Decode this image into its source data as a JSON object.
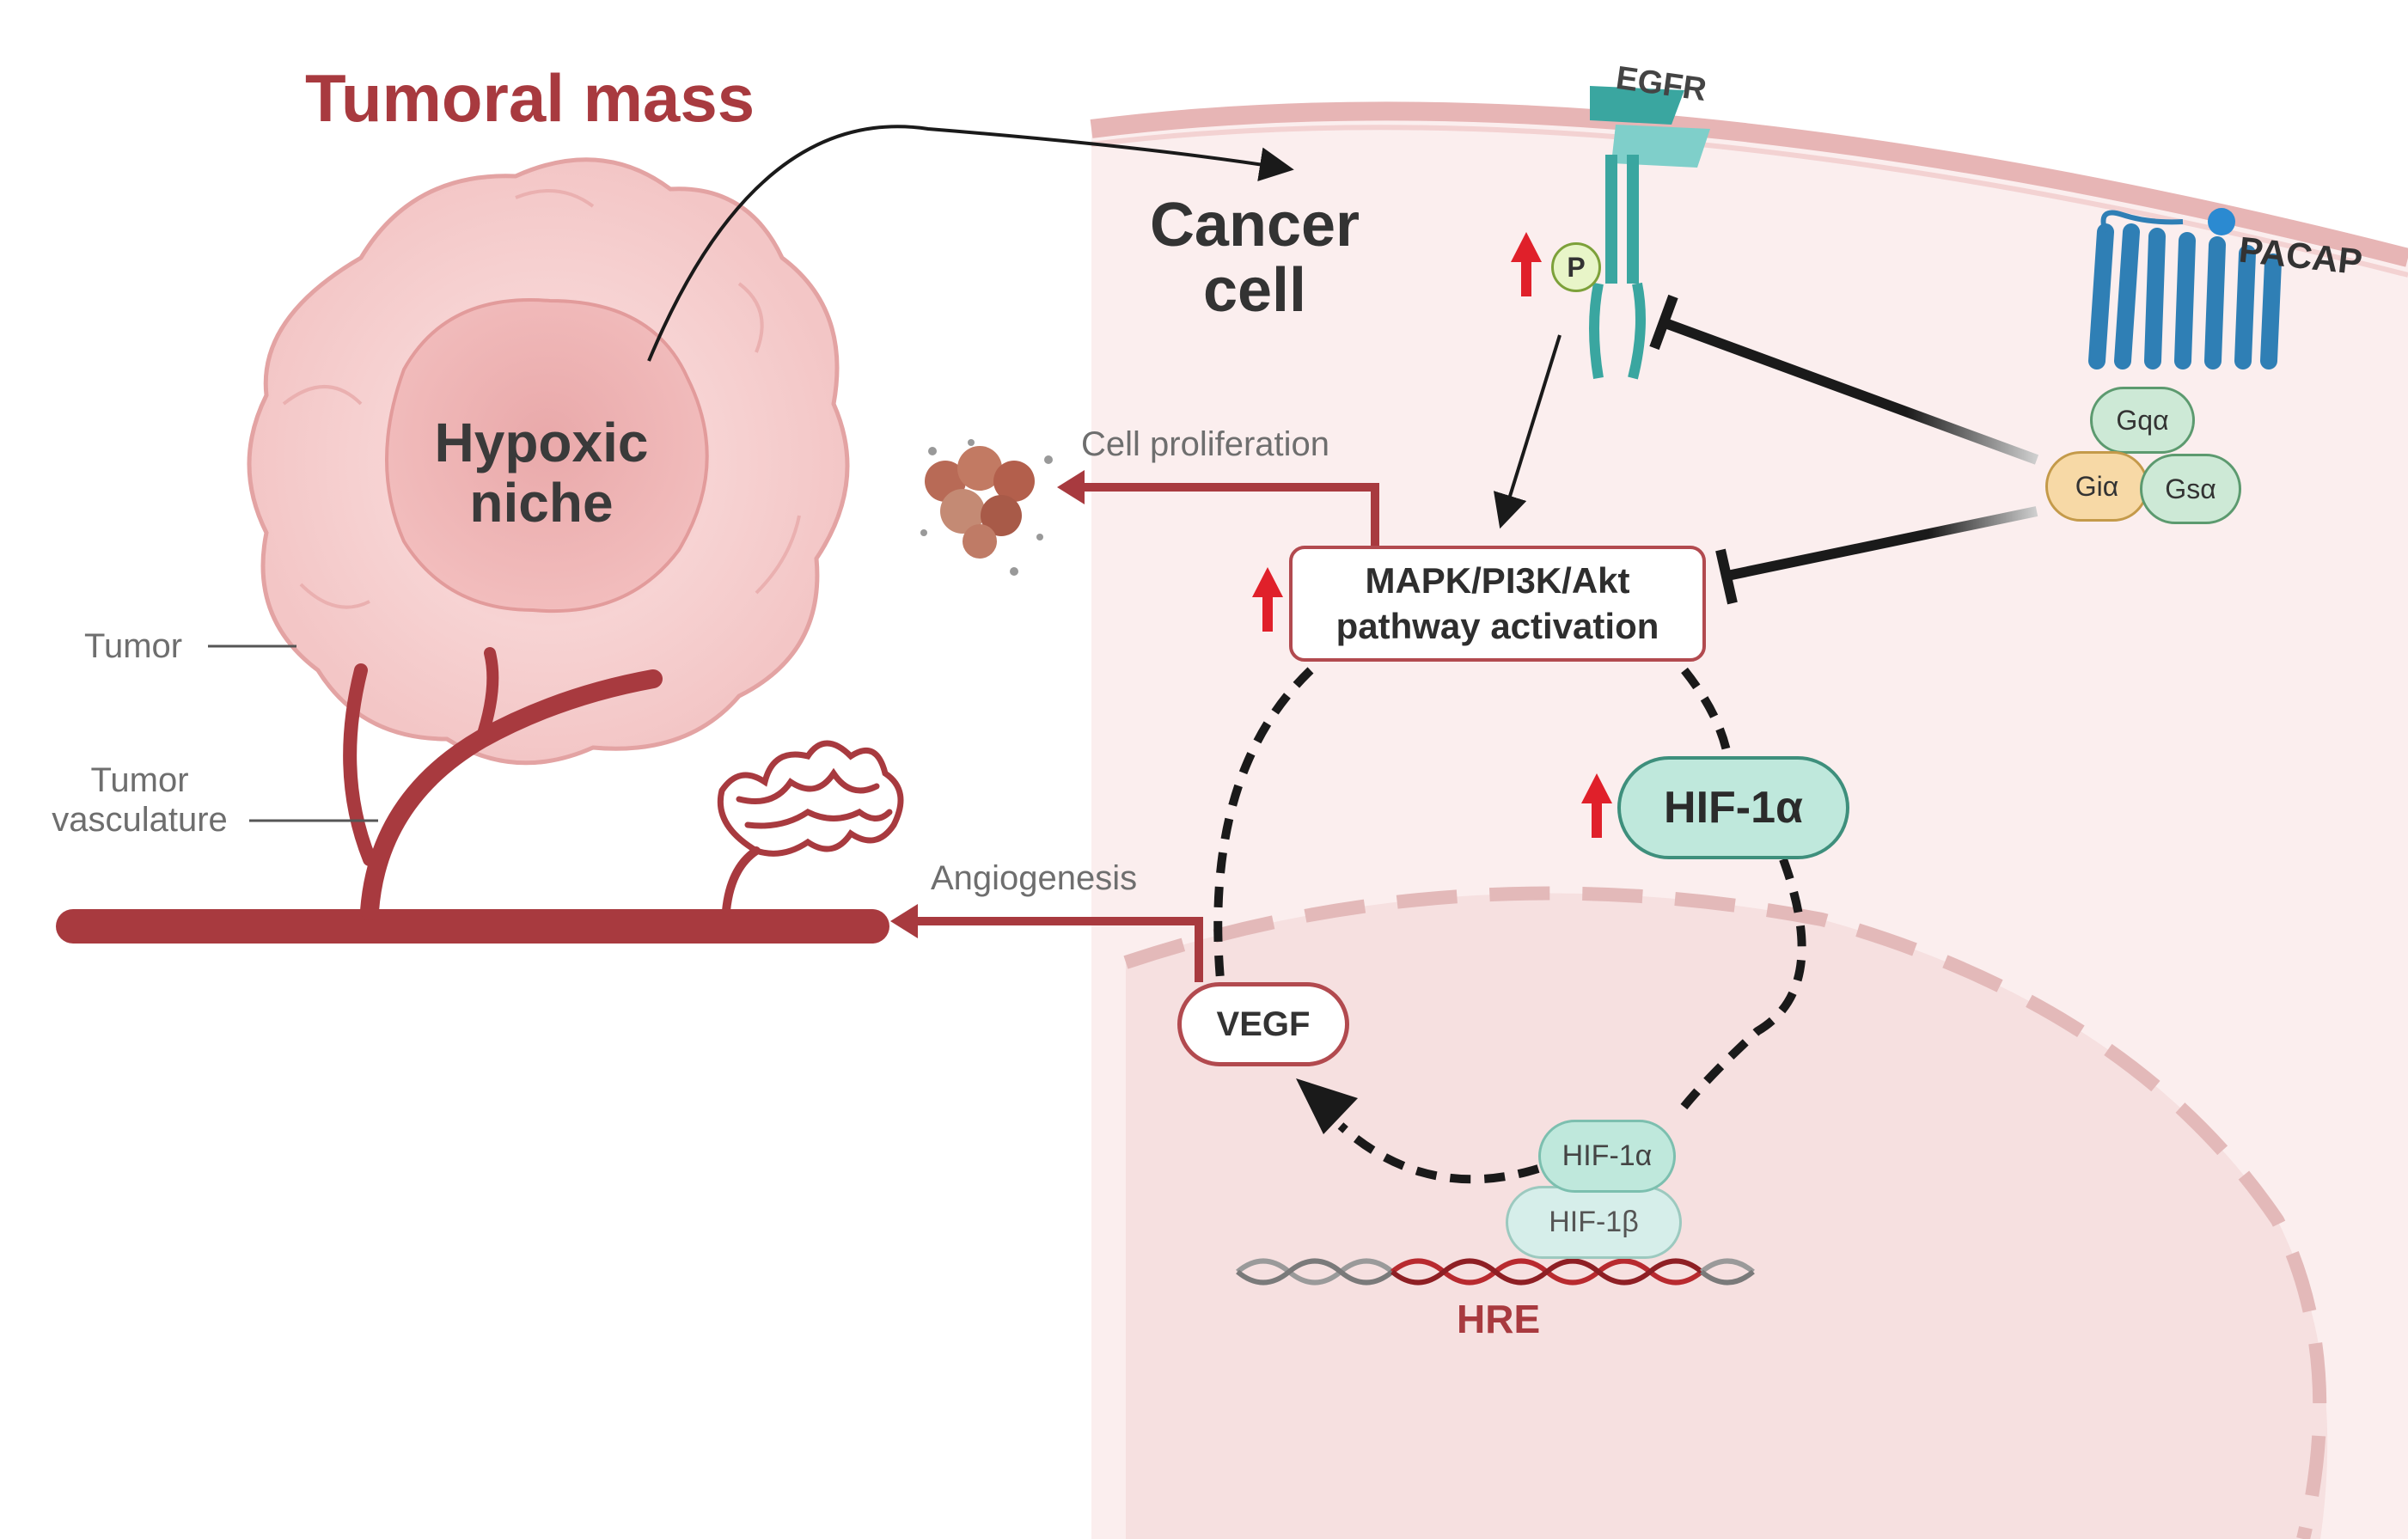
{
  "title": "Tumoral mass",
  "cancer_cell": [
    "Cancer",
    "cell"
  ],
  "hypoxic_niche": [
    "Hypoxic",
    "niche"
  ],
  "labels": {
    "tumor": "Tumor",
    "tumor_vasculature": "Tumor vasculature",
    "cell_proliferation": "Cell proliferation",
    "angiogenesis": "Angiogenesis",
    "egfr": "EGFR",
    "pacap": "PACAP",
    "hre": "HRE"
  },
  "pathway": [
    "MAPK/PI3K/Akt",
    "pathway activation"
  ],
  "hif1a_main": "HIF-1α",
  "vegf": "VEGF",
  "hif1a_small": "HIF-1α",
  "hif1b_small": "HIF-1β",
  "phospho": "P",
  "g_proteins": {
    "gq": "Gqα",
    "gi": "Giα",
    "gs": "Gsα"
  },
  "colors": {
    "accent_red": "#a83a3f",
    "cell_pink": "#fbeeee",
    "nucleus_pink": "#f6e0e0",
    "hif_teal": "#bfe8dc",
    "receptor_blue": "#2f7fb5",
    "egfr_teal": "#3aa6a0",
    "up_arrow": "#e0202a"
  }
}
